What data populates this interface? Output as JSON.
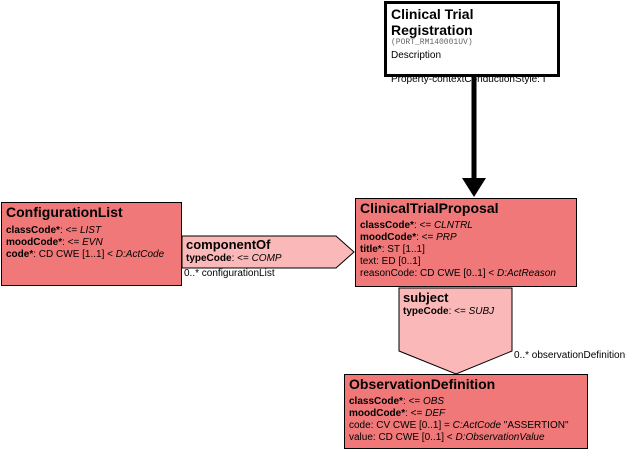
{
  "header": {
    "title": "Clinical Trial Registration",
    "id": "(PORT_RM140001UV)",
    "description": "Description",
    "property": "Property-contextConductionStyle: I"
  },
  "clinical_trial_proposal": {
    "name": "ClinicalTrialProposal",
    "class_code_label": "classCode",
    "class_code_value": "CLNTRL",
    "mood_code_label": "moodCode",
    "mood_code_value": "PRP",
    "title_label": "title",
    "title_type": ": ST [1..1]",
    "text_line": "text: ED [0..1]",
    "reason_prefix": "reasonCode: CD CWE [0..1] < ",
    "reason_domain": "D:ActReason"
  },
  "configuration_list": {
    "name": "ConfigurationList",
    "class_code_label": "classCode",
    "class_code_value": "LIST",
    "mood_code_label": "moodCode",
    "mood_code_value": "EVN",
    "code_label": "code",
    "code_type": ": CD CWE [1..1] < ",
    "code_domain": "D:ActCode"
  },
  "component_of": {
    "name": "componentOf",
    "type_code_label": "typeCode",
    "type_code_value": "COMP",
    "cardinality": "0..* configurationList"
  },
  "subject": {
    "name": "subject",
    "type_code_label": "typeCode",
    "type_code_value": "SUBJ",
    "cardinality": "0..* observationDefinition"
  },
  "observation_definition": {
    "name": "ObservationDefinition",
    "class_code_label": "classCode",
    "class_code_value": "OBS",
    "mood_code_label": "moodCode",
    "mood_code_value": "DEF",
    "code_prefix": "code: CV CWE [0..1] = ",
    "code_domain": "C:ActCode",
    "code_suffix": " \"ASSERTION\"",
    "value_prefix": "value: CD CWE [0..1] < ",
    "value_domain": "D:ObservationValue"
  },
  "colors": {
    "class_fill": "#f07878",
    "relationship_fill": "#fbb8b8",
    "border": "#000000"
  },
  "symbols": {
    "required": "*",
    "arrow": ": <= "
  }
}
